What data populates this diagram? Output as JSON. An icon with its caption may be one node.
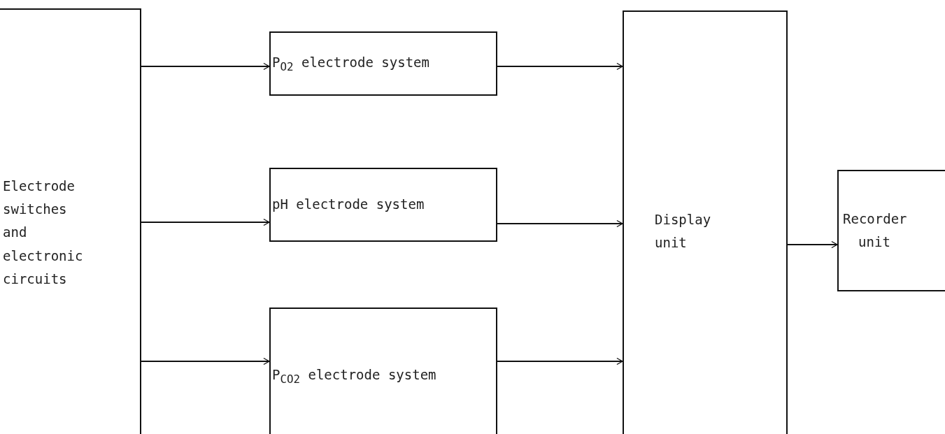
{
  "diagram": {
    "nodes": [
      {
        "text": [
          "Electrode switches and electronic circuits"
        ]
      },
      {
        "text": [
          "P$_{O2}$ electrode system"
        ]
      },
      {
        "text": [
          "pH electrode system"
        ]
      },
      {
        "text": [
          "P$_{CO2}$ electrode system"
        ]
      },
      {
        "text": [
          "Display unit"
        ]
      },
      {
        "text": [
          "Recorder unit"
        ]
      }
    ],
    "edges": [
      {
        "from": 0,
        "to": 1,
        "arrow": "to"
      },
      {
        "from": 0,
        "to": 2,
        "arrow": "to"
      },
      {
        "from": 0,
        "to": 3,
        "arrow": "to"
      },
      {
        "from": 1,
        "to": 4,
        "arrow": "to"
      },
      {
        "from": 2,
        "to": 4,
        "arrow": "to"
      },
      {
        "from": 3,
        "to": 4,
        "arrow": "to"
      },
      {
        "from": 4,
        "to": 5,
        "arrow": "to"
      }
    ]
  }
}
